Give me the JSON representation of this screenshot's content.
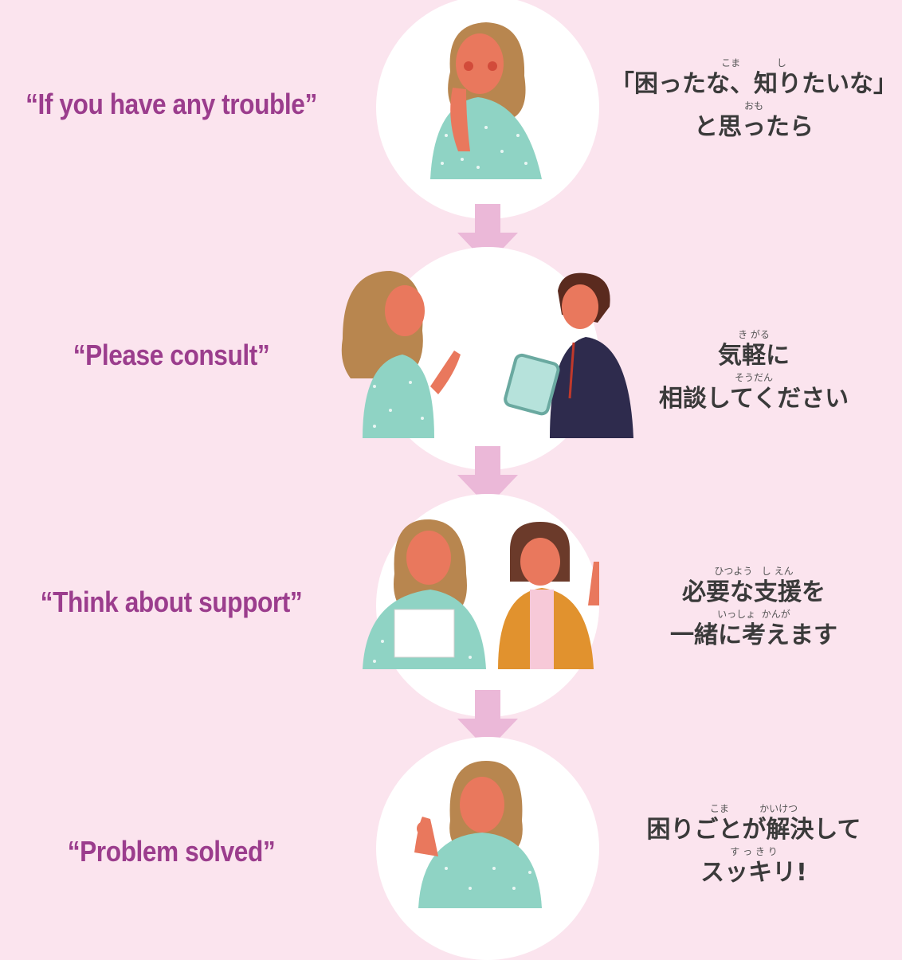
{
  "steps": [
    {
      "en": "“If you have any trouble”",
      "jp_lines": [
        "「困ったな、知りたいな」",
        "と思ったら"
      ],
      "ruby": [
        "こま            し",
        "おも"
      ]
    },
    {
      "en": "“Please consult”",
      "jp_lines": [
        "気軽に",
        "相談してください"
      ],
      "ruby": [
        "き がる",
        "そうだん"
      ]
    },
    {
      "en": "“Think about support”",
      "jp_lines": [
        "必要な支援を",
        "一緒に考えます"
      ],
      "ruby": [
        "ひつよう   し えん",
        "いっしょ  かんが"
      ]
    },
    {
      "en": "“Problem solved”",
      "jp_lines": [
        "困りごとが解決して",
        "スッキリ!"
      ],
      "ruby": [
        "こま          かいけつ",
        "す っ き り"
      ]
    }
  ],
  "colors": {
    "background": "#fbe4ee",
    "english_text": "#9b3d8d",
    "arrow": "#ebb8d8",
    "shirt": "#8fd3c4",
    "hair": "#b8864f",
    "skin": "#e9785d"
  },
  "icons": [
    "down-arrow-icon",
    "worried-woman-illustration",
    "consultation-illustration",
    "support-discussion-illustration",
    "happy-woman-illustration"
  ]
}
